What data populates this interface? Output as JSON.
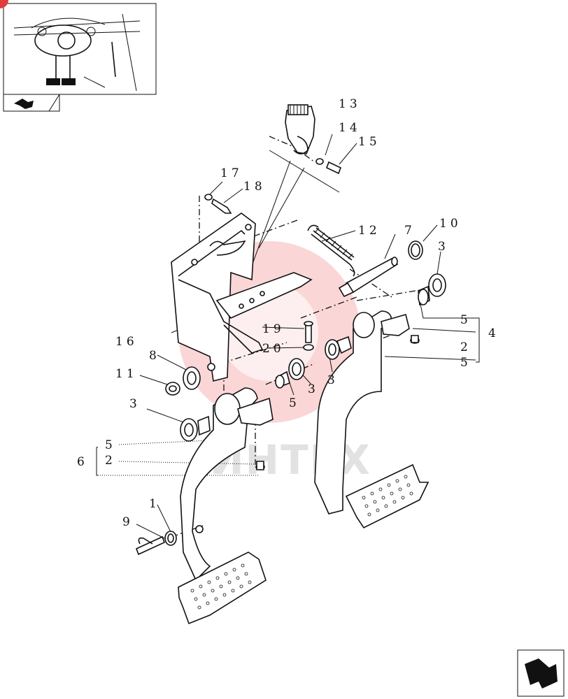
{
  "watermark": {
    "text": "ИНТЕХ",
    "color": "#e03c3c"
  },
  "thumbnail": {
    "icon": "tractor-cab-pedals-thumbnail",
    "nav_icon": "previous-page-arrow-icon"
  },
  "nav": {
    "icon": "next-page-arrow-icon"
  },
  "callouts": {
    "c1": "1",
    "c2a": "2",
    "c2b": "2",
    "c3a": "3",
    "c3b": "3",
    "c3c": "3",
    "c3d": "3",
    "c4": "4",
    "c5a": "5",
    "c5b": "5",
    "c5c": "5",
    "c5d": "5",
    "c6": "6",
    "c8": "8",
    "c9": "9",
    "c10": "10",
    "c11": "11",
    "c12": "12",
    "c7": "7",
    "c13": "13",
    "c14": "14",
    "c15": "15",
    "c16": "16",
    "c17": "17",
    "c18": "18",
    "c19": "19",
    "c20": "20"
  }
}
